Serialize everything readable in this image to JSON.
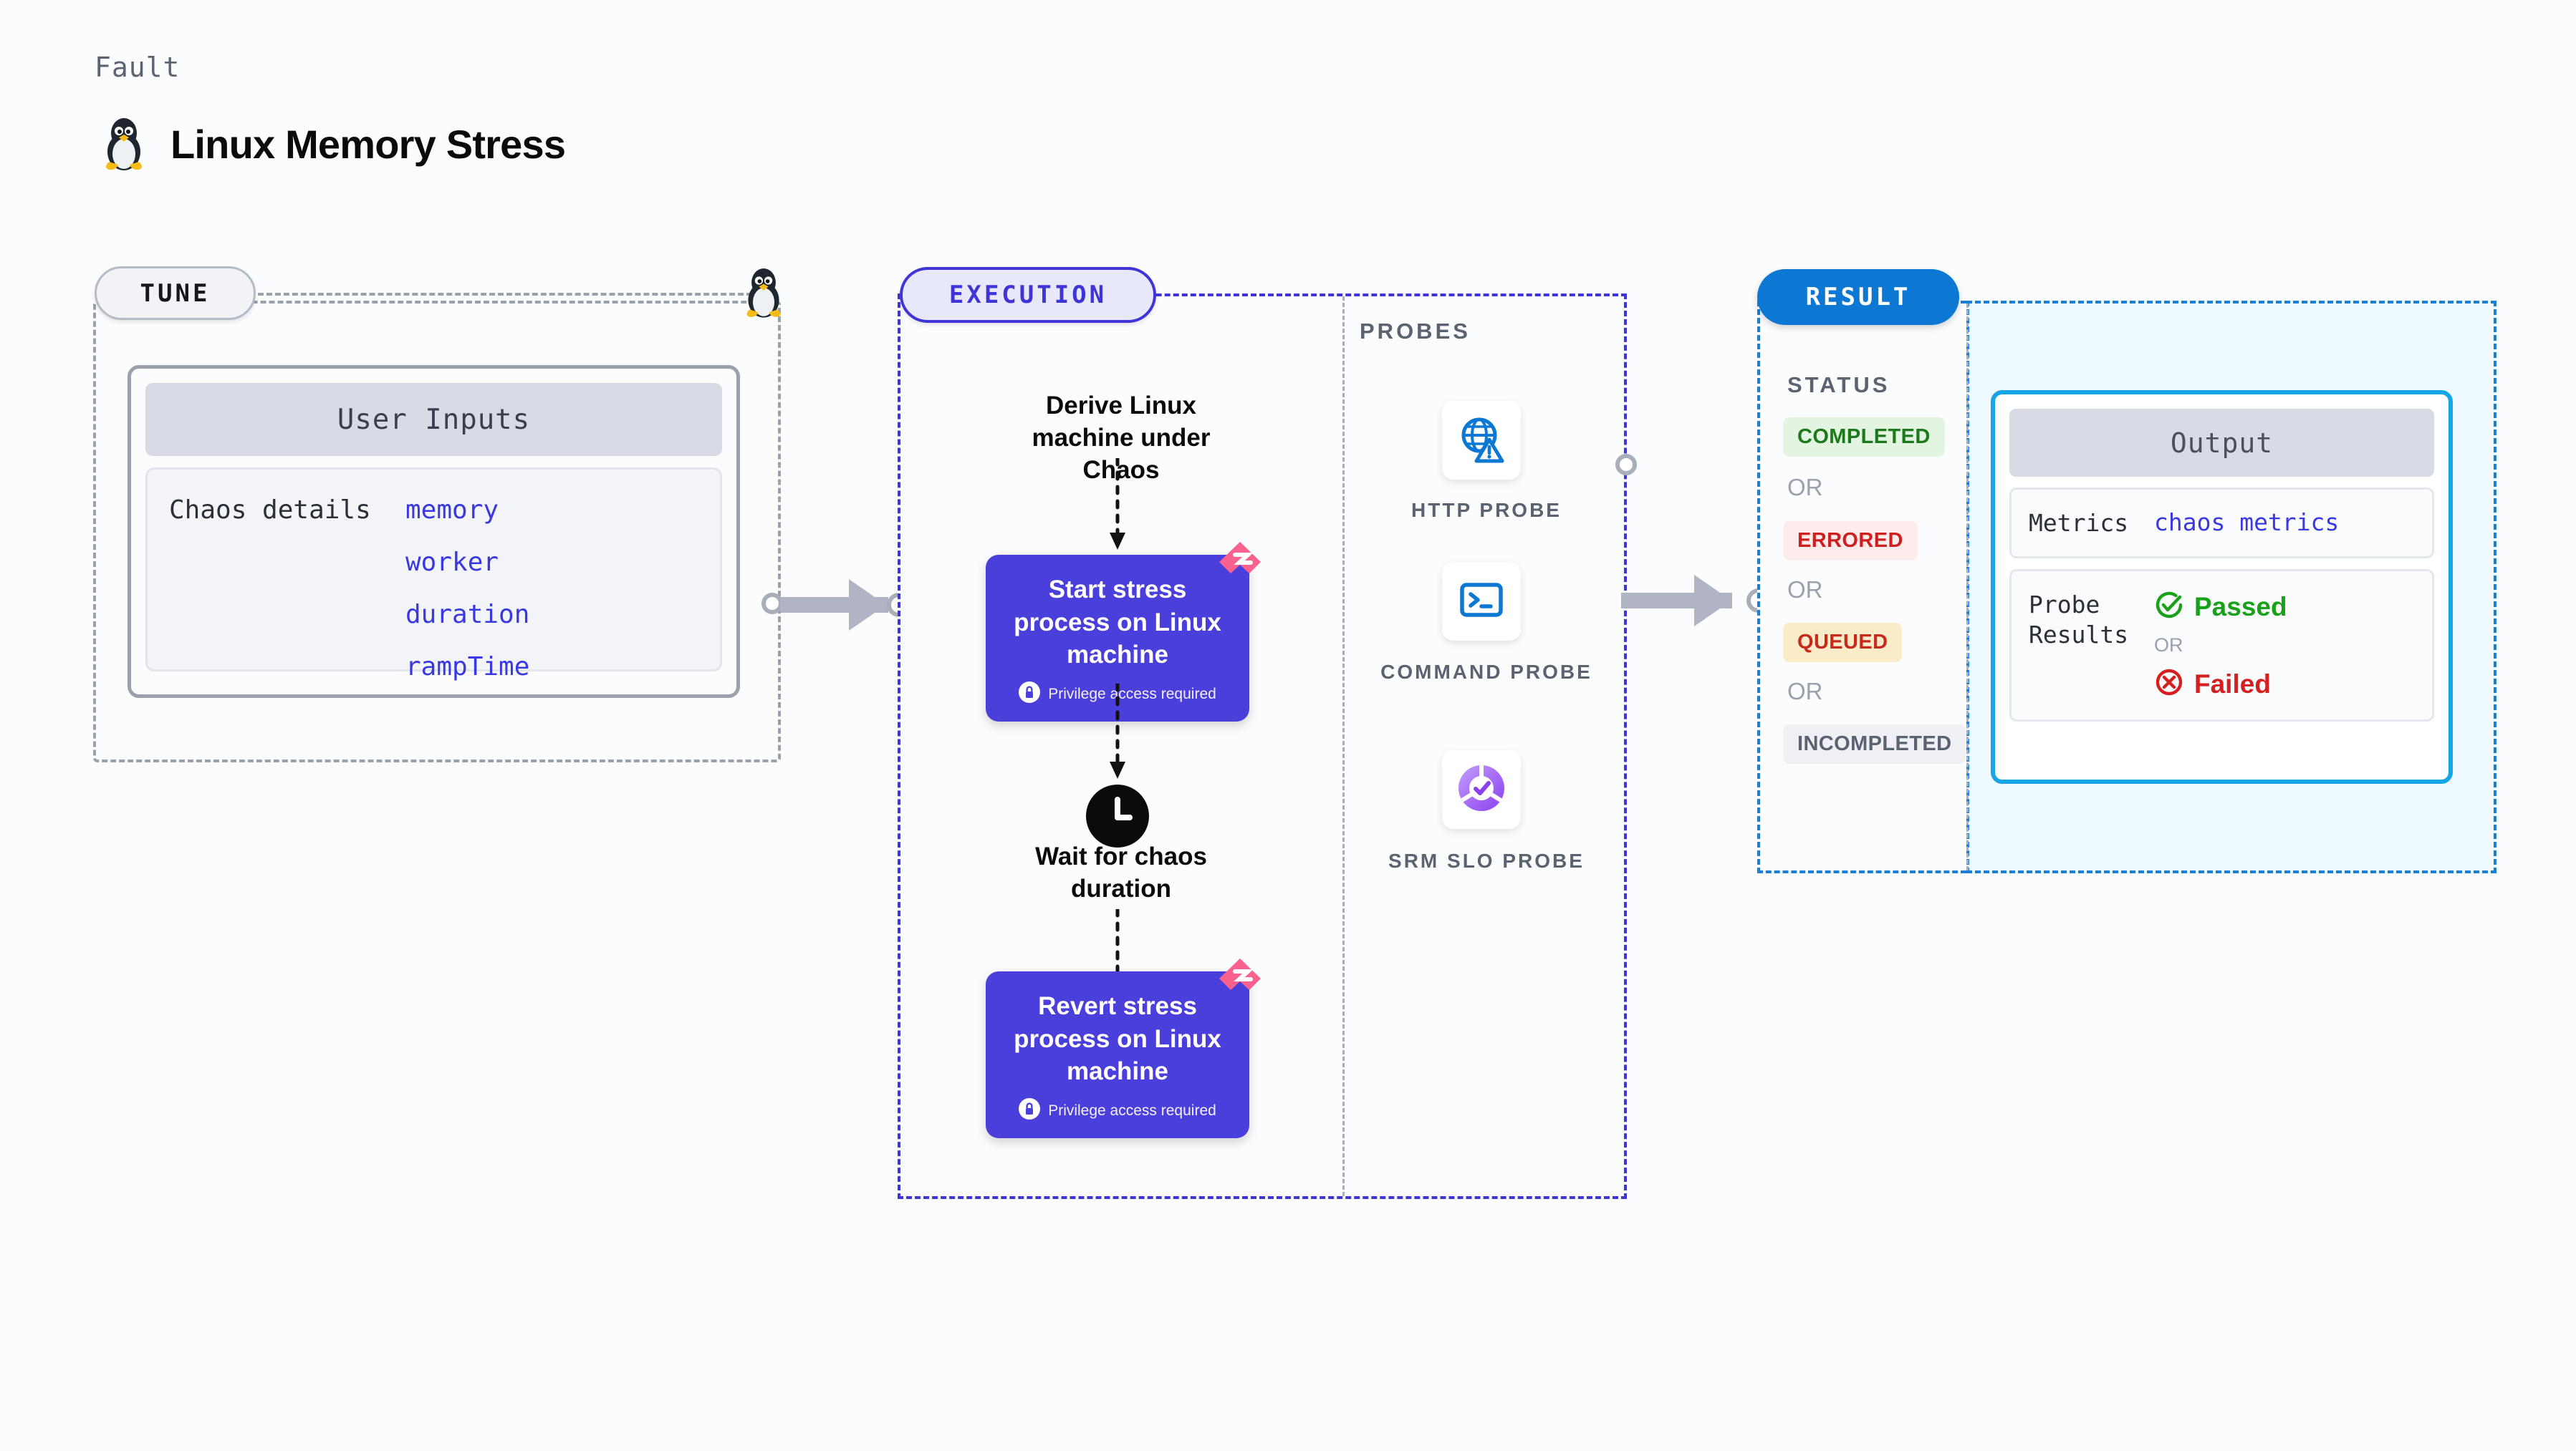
{
  "header": {
    "kicker": "Fault",
    "title": "Linux Memory Stress",
    "icon": "tux-penguin-icon"
  },
  "tune": {
    "pill_label": "TUNE",
    "card_header": "User Inputs",
    "details_label": "Chaos details",
    "params": [
      "memory",
      "worker",
      "duration",
      "rampTime"
    ],
    "corner_icon": "tux-penguin-icon"
  },
  "execution": {
    "pill_label": "EXECUTION",
    "steps": [
      {
        "type": "text",
        "label": "Derive Linux machine under Chaos"
      },
      {
        "type": "card",
        "label": "Start stress process on Linux machine",
        "privilege": "Privilege access required",
        "badge": "chaos-badge-icon",
        "lock": "lock-icon"
      },
      {
        "type": "text",
        "label": "Wait for chaos duration",
        "icon": "clock-icon"
      },
      {
        "type": "card",
        "label": "Revert stress process on Linux machine",
        "privilege": "Privilege access required",
        "badge": "chaos-badge-icon",
        "lock": "lock-icon"
      }
    ]
  },
  "probes": {
    "section_label": "PROBES",
    "items": [
      {
        "caption": "HTTP PROBE",
        "icon": "globe-warning-icon"
      },
      {
        "caption": "COMMAND PROBE",
        "icon": "terminal-icon"
      },
      {
        "caption": "SRM SLO PROBE",
        "icon": "slo-donut-check-icon"
      }
    ]
  },
  "result": {
    "pill_label": "RESULT",
    "status_label": "STATUS",
    "or_label": "OR",
    "statuses": [
      {
        "label": "COMPLETED",
        "bg": "#e3f5e0",
        "fg": "#1c7a1c"
      },
      {
        "label": "ERRORED",
        "bg": "#fdeceb",
        "fg": "#cf2020"
      },
      {
        "label": "QUEUED",
        "bg": "#faecc8",
        "fg": "#c42b1c"
      },
      {
        "label": "INCOMPLETED",
        "bg": "#eef0f4",
        "fg": "#5b6270"
      }
    ],
    "output": {
      "header": "Output",
      "metrics_key": "Metrics",
      "metrics_value": "chaos metrics",
      "probe_results_key": "Probe Results",
      "passed": "Passed",
      "or_label": "OR",
      "failed": "Failed",
      "pass_icon": "check-circle-icon",
      "fail_icon": "x-circle-icon"
    }
  },
  "colors": {
    "indigo": "#4b3fdb",
    "indigo_border": "#3f35d6",
    "result_blue": "#0d78d4",
    "output_cyan": "#16a6e8",
    "pink_badge": "#f9628f",
    "probe_blue": "#0d78d4",
    "slo_purple": "#8b3ff0",
    "param_blue": "#3a38e0"
  }
}
